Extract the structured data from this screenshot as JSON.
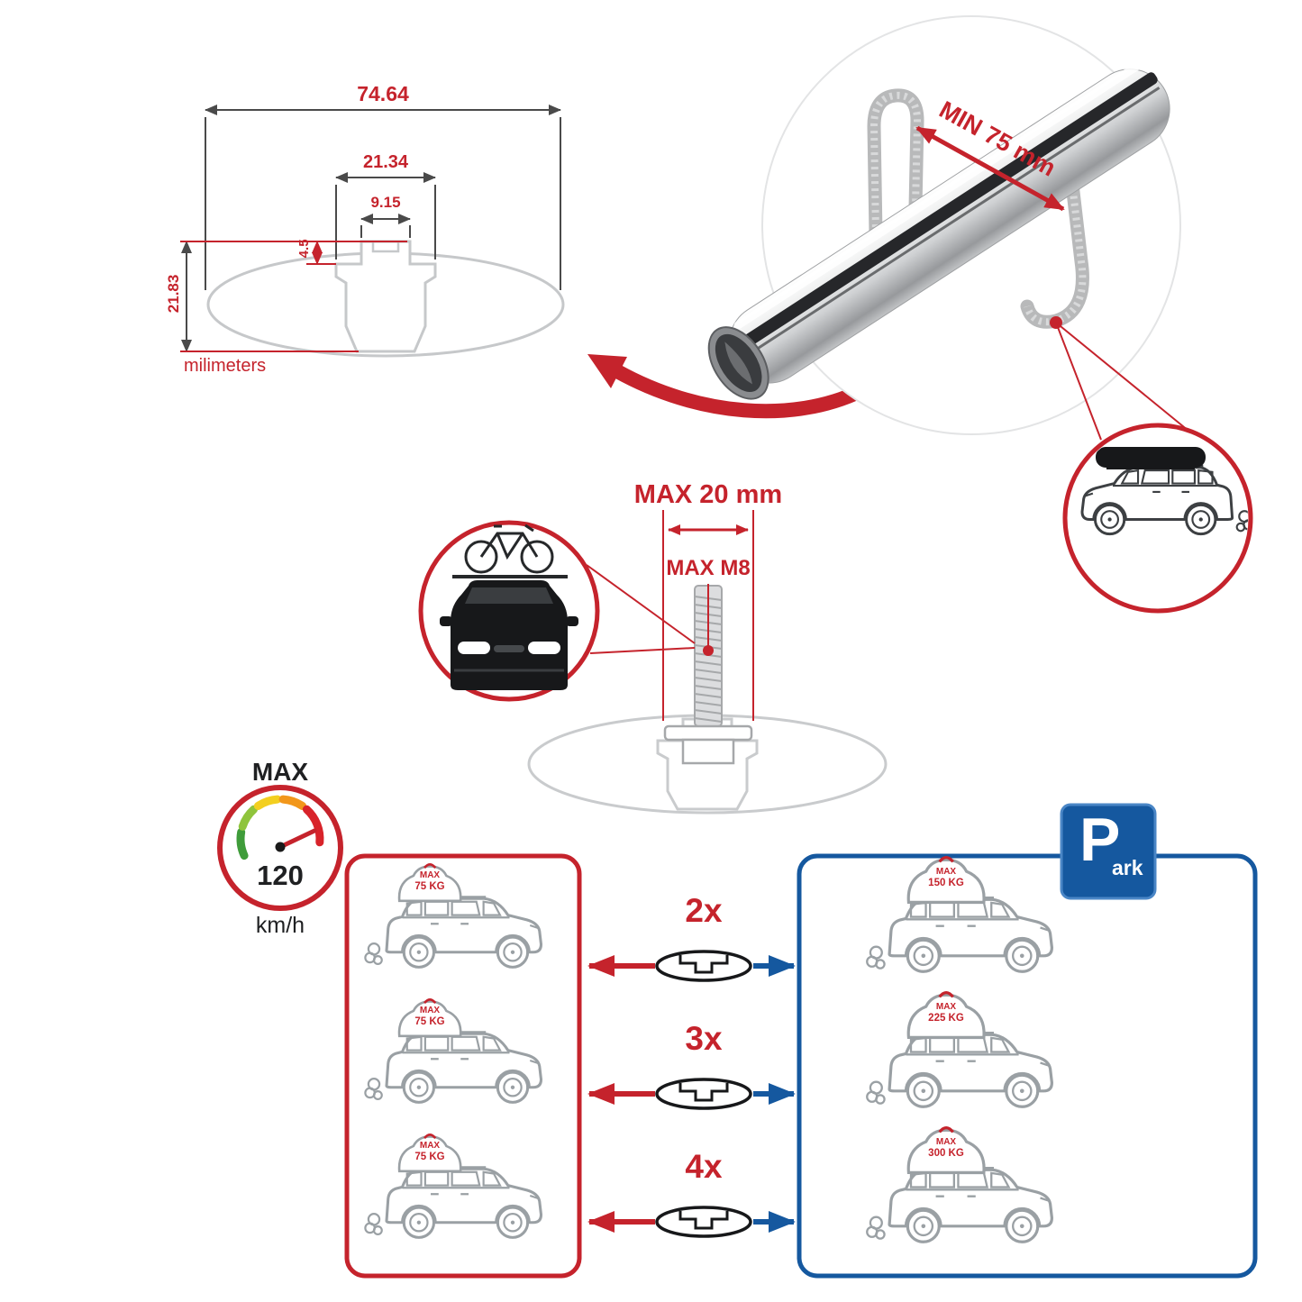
{
  "colors": {
    "red": "#c5232c",
    "blue": "#15589f",
    "sketch_gray": "#c6c8ca",
    "car_gray": "#9aa0a4"
  },
  "cross_section": {
    "width_total": "74.64",
    "width_outer": "21.34",
    "width_inner": "9.15",
    "depth": "4.5",
    "height_total": "21.83",
    "units": "milimeters"
  },
  "bar_detail": {
    "clamp_min": "MIN 75 mm"
  },
  "bolt_detail": {
    "max_width": "MAX 20 mm",
    "max_thread": "MAX M8"
  },
  "speed_limit": {
    "label": "MAX",
    "value": "120",
    "units": "km/h"
  },
  "options": [
    {
      "qty": "2x",
      "drive_max": "MAX",
      "drive_kg": "75 KG",
      "park_max": "MAX",
      "park_kg": "150 KG"
    },
    {
      "qty": "3x",
      "drive_max": "MAX",
      "drive_kg": "75 KG",
      "park_max": "MAX",
      "park_kg": "225 KG"
    },
    {
      "qty": "4x",
      "drive_max": "MAX",
      "drive_kg": "75 KG",
      "park_max": "MAX",
      "park_kg": "300 KG"
    }
  ],
  "park_sign": {
    "letter": "P",
    "suffix": "ark"
  }
}
